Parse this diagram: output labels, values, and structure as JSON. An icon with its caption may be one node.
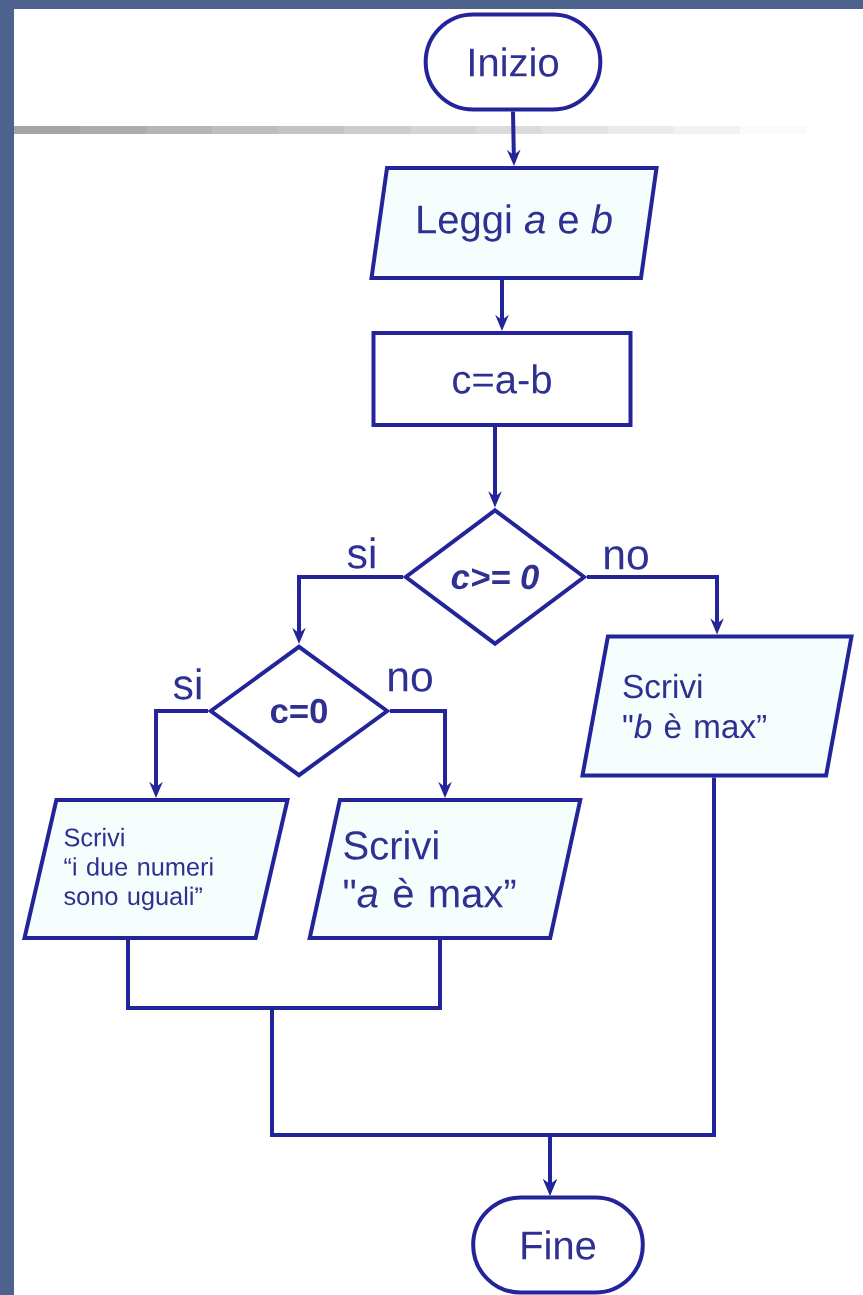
{
  "diagram": {
    "nodes": [
      {
        "text": [
          "Inizio"
        ]
      },
      {
        "text": [
          "Leggi *a* e *b*"
        ]
      },
      {
        "text": [
          "c=a-b"
        ]
      },
      {
        "text": [
          "c>= 0"
        ]
      },
      {
        "text": [
          "c=0"
        ]
      },
      {
        "text": [
          "Scrivi",
          "\"*b* è max”"
        ]
      },
      {
        "text": [
          "Scrivi",
          "“i due numeri sono uguali”"
        ]
      },
      {
        "text": [
          "Scrivi",
          "\"*a* è max”"
        ]
      },
      {
        "text": [
          "Fine"
        ]
      }
    ],
    "edges": [
      {
        "from": 0,
        "to": 1,
        "arrow": "to"
      },
      {
        "from": 1,
        "to": 2,
        "arrow": "to"
      },
      {
        "from": 2,
        "to": 3,
        "arrow": "to"
      },
      {
        "from": 3,
        "to": 4,
        "arrow": "to",
        "label": "si"
      },
      {
        "from": 3,
        "to": 5,
        "arrow": "to",
        "label": "no"
      },
      {
        "from": 4,
        "to": 6,
        "arrow": "to",
        "label": "si"
      },
      {
        "from": 4,
        "to": 7,
        "arrow": "to",
        "label": "no"
      },
      {
        "from": 6,
        "to": 8,
        "arrow": "to"
      },
      {
        "from": 7,
        "to": 8,
        "arrow": "to"
      },
      {
        "from": 5,
        "to": 8,
        "arrow": "to"
      }
    ]
  }
}
